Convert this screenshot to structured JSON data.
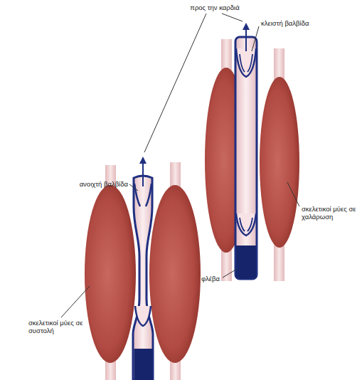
{
  "diagram": {
    "labels": [
      "προς την καρδιά",
      "κλειστή βαλβίδα",
      "ανοιχτή βαλβίδα",
      "σκελετικοί μύες σε χαλάρωση",
      "φλέβα",
      "σκελετικοί μύες σε συστολή"
    ]
  }
}
